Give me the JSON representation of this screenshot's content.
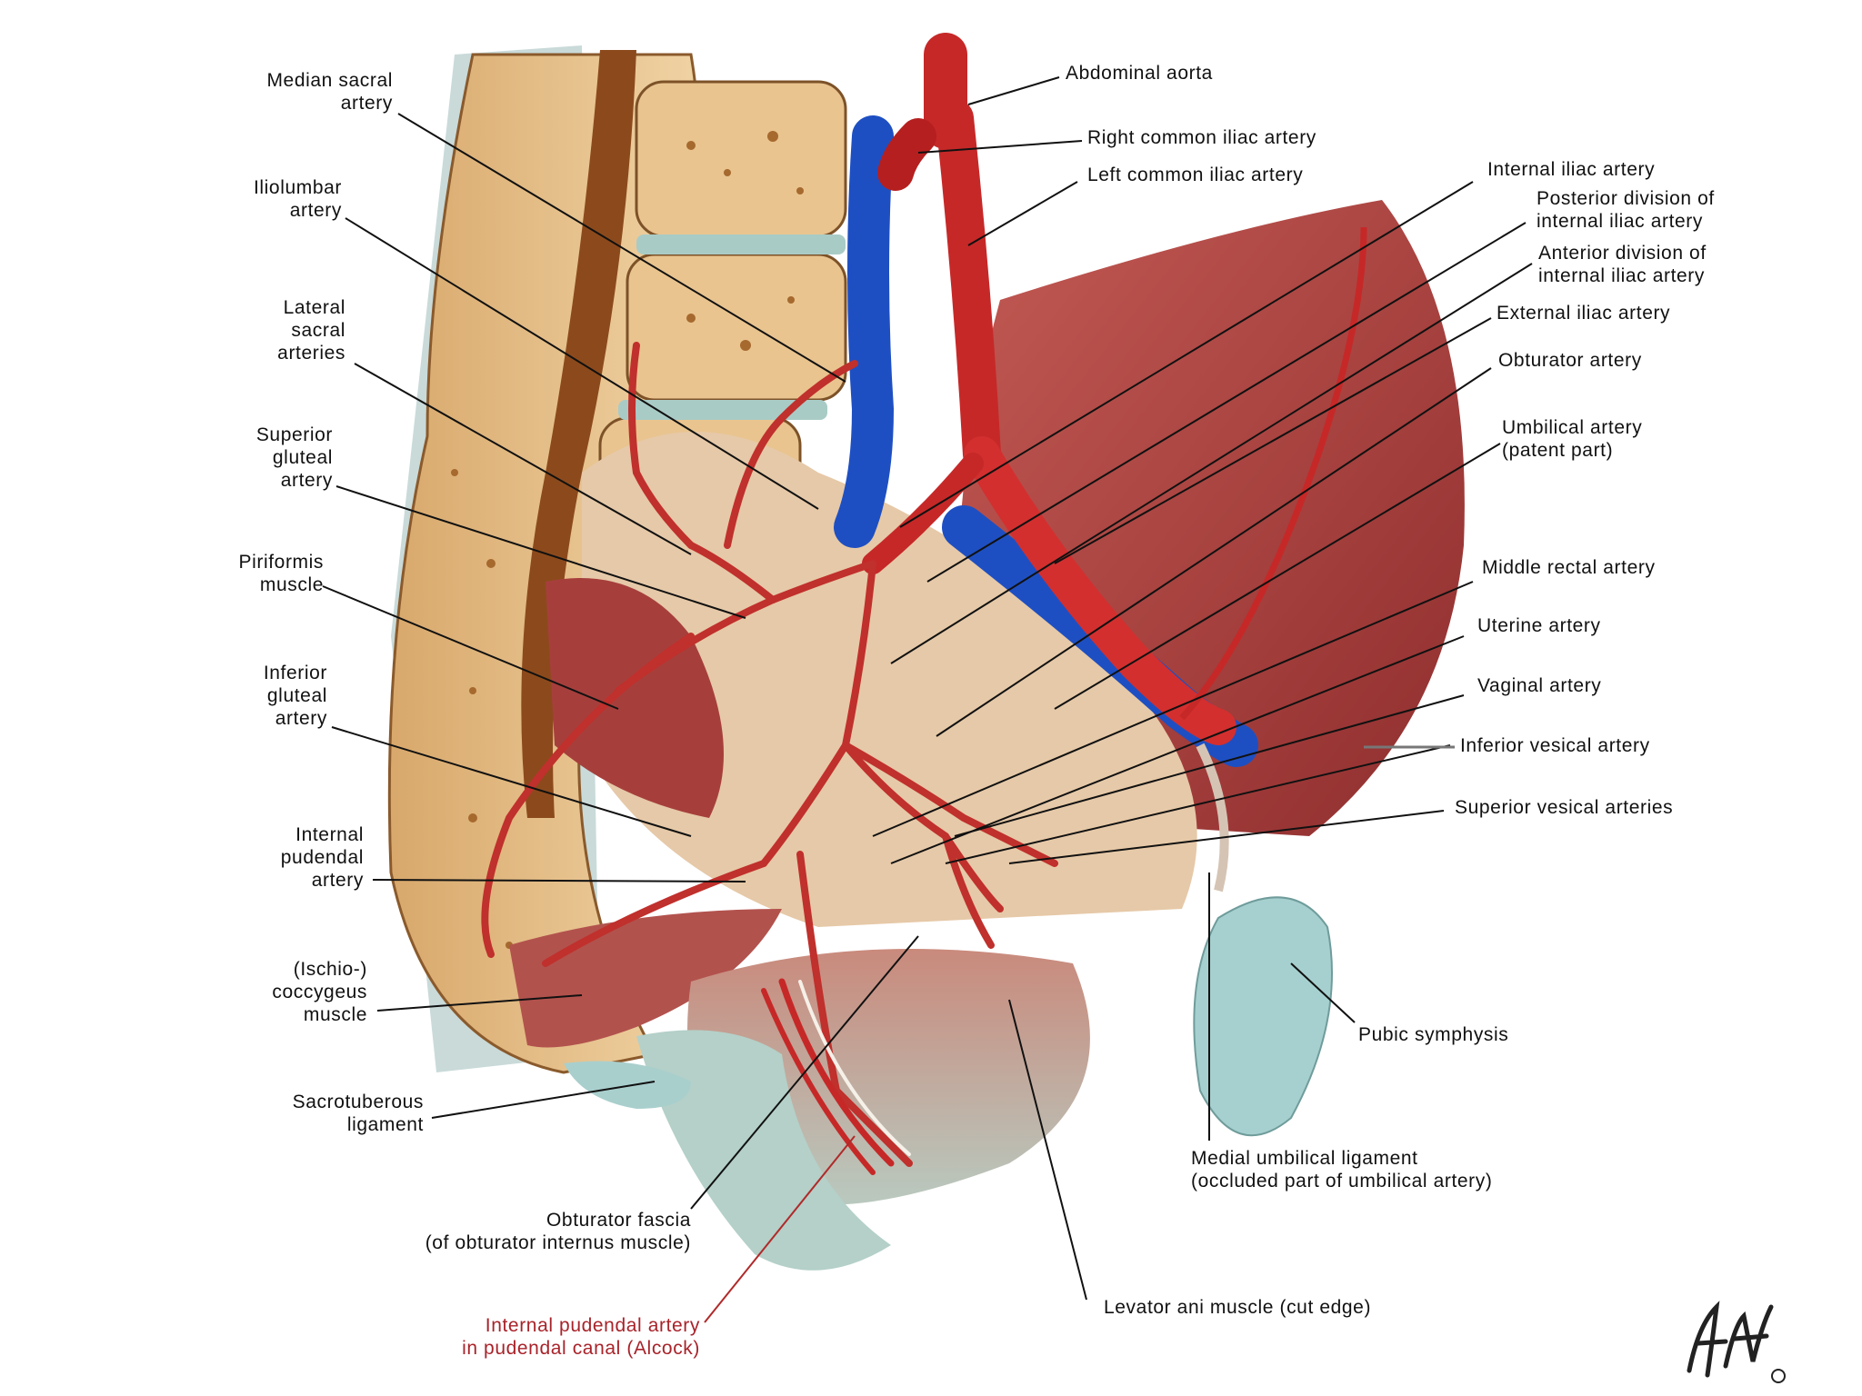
{
  "labels": {
    "median_sacral": [
      "Median sacral",
      "artery"
    ],
    "iliolumbar": [
      "Iliolumbar",
      "artery"
    ],
    "lateral_sacral": [
      "Lateral",
      "sacral",
      "arteries"
    ],
    "superior_gluteal": [
      "Superior",
      "gluteal",
      "artery"
    ],
    "piriformis": [
      "Piriformis",
      "muscle"
    ],
    "inferior_gluteal": [
      "Inferior",
      "gluteal",
      "artery"
    ],
    "internal_pudendal": [
      "Internal",
      "pudendal",
      "artery"
    ],
    "coccygeus": [
      "(Ischio-)",
      "coccygeus",
      "muscle"
    ],
    "sacrotuberous": [
      "Sacrotuberous",
      "ligament"
    ],
    "obturator_fascia": [
      "Obturator fascia",
      "(of obturator internus muscle)"
    ],
    "pudendal_canal": [
      "Internal pudendal artery",
      "in pudendal canal (Alcock)"
    ],
    "abdominal_aorta": [
      "Abdominal aorta"
    ],
    "right_common_iliac": [
      "Right common iliac artery"
    ],
    "left_common_iliac": [
      "Left common iliac artery"
    ],
    "internal_iliac": [
      "Internal iliac artery"
    ],
    "posterior_division": [
      "Posterior division of",
      "internal iliac artery"
    ],
    "anterior_division": [
      "Anterior division of",
      "internal iliac artery"
    ],
    "external_iliac": [
      "External iliac artery"
    ],
    "obturator_artery": [
      "Obturator artery"
    ],
    "umbilical_artery": [
      "Umbilical artery",
      "(patent part)"
    ],
    "middle_rectal": [
      "Middle rectal artery"
    ],
    "uterine": [
      "Uterine artery"
    ],
    "vaginal": [
      "Vaginal artery"
    ],
    "inferior_vesical": [
      "Inferior vesical artery"
    ],
    "superior_vesical": [
      "Superior vesical arteries"
    ],
    "pubic_symphysis": [
      "Pubic symphysis"
    ],
    "medial_umbilical": [
      "Medial umbilical ligament",
      "(occluded part of umbilical artery)"
    ],
    "levator_ani": [
      "Levator ani muscle (cut edge)"
    ]
  },
  "colors": {
    "artery": "#c62828",
    "vein": "#1e4fc2",
    "bone": "#e6bf8a",
    "muscle": "#b54848",
    "ligament": "#b9d8d6",
    "accent_label": "#a8232a"
  }
}
